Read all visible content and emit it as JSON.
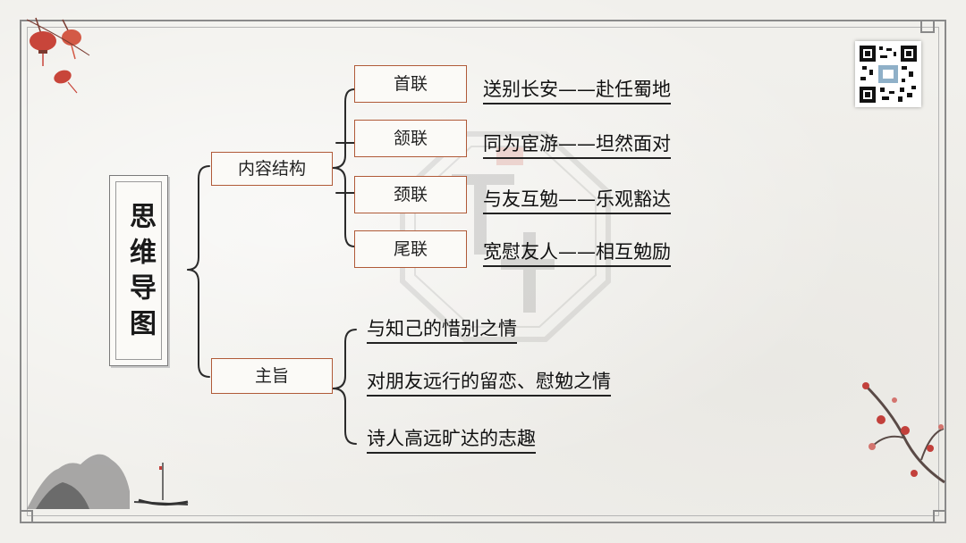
{
  "title": "思维导图",
  "branches": [
    {
      "label": "内容结构",
      "children": [
        {
          "label": "首联",
          "detail": "送别长安——赴任蜀地"
        },
        {
          "label": "颔联",
          "detail": "同为宦游——坦然面对"
        },
        {
          "label": "颈联",
          "detail": "与友互勉——乐观豁达"
        },
        {
          "label": "尾联",
          "detail": "宽慰友人——相互勉励"
        }
      ]
    },
    {
      "label": "主旨",
      "items": [
        "与知己的惜别之情",
        "对朋友远行的留恋、慰勉之情",
        "诗人高远旷达的志趣"
      ]
    }
  ],
  "colors": {
    "node_border": "#b05a38",
    "lantern": "#c8453a",
    "plum_blossom": "#c2403b",
    "frame": "#8a8a8a"
  },
  "decorations": [
    "lantern-icon",
    "plum-blossom-branch",
    "landscape-boat-painting",
    "qr-code",
    "seal-watermark"
  ]
}
